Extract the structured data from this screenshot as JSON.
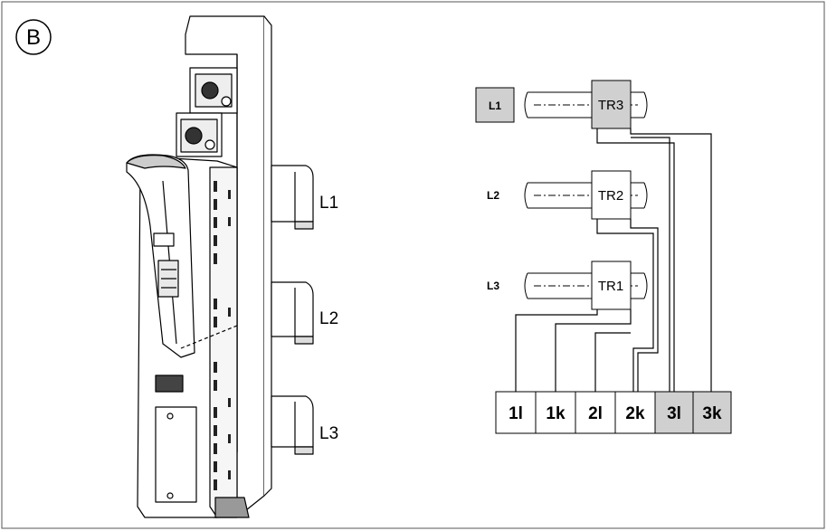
{
  "badge": "B",
  "phase_labels": [
    "L1",
    "L2",
    "L3"
  ],
  "diagram": {
    "lines": [
      "L1",
      "L2",
      "L3"
    ],
    "transformers": [
      "TR3",
      "TR2",
      "TR1"
    ],
    "terminals": [
      "1l",
      "1k",
      "2l",
      "2k",
      "3l",
      "3k"
    ]
  },
  "colors": {
    "highlight": "#d0d0d0",
    "line": "#000000",
    "background": "#ffffff"
  }
}
